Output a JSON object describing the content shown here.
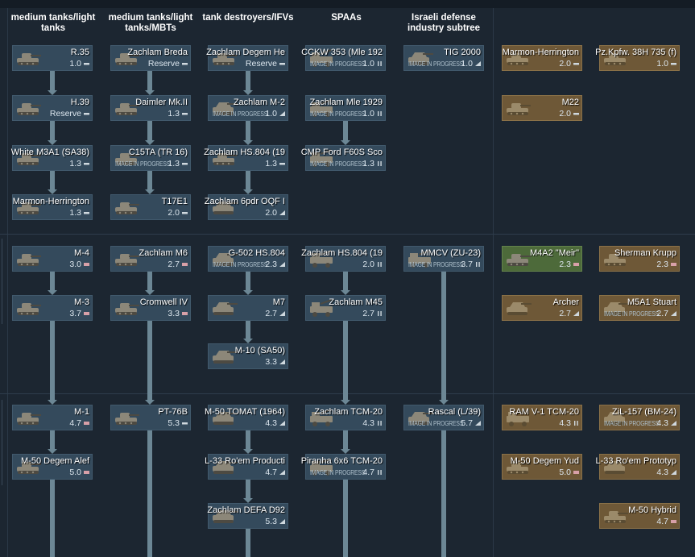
{
  "columns": [
    {
      "id": "medium-light",
      "label": "medium tanks/light tanks"
    },
    {
      "id": "medium-mbt",
      "label": "medium tanks/light tanks/MBTs"
    },
    {
      "id": "td-ifv",
      "label": "tank destroyers/IFVs"
    },
    {
      "id": "spaa",
      "label": "SPAAs"
    },
    {
      "id": "israeli",
      "label": "Israeli defense industry subtree"
    }
  ],
  "headers": {
    "col1": "medium tanks/light tanks",
    "col2": "medium tanks/light tanks/MBTs",
    "col3": "tank destroyers/IFVs",
    "col4": "SPAAs",
    "col5": "Israeli defense industry subtree"
  },
  "image_in_progress": "IMAGE IN PROGRESS",
  "colors": {
    "background": "#1c2631",
    "card": "#344a5c",
    "premium": "#6e5837",
    "connector": "#6c8795"
  },
  "vehicles": {
    "c1r1a": {
      "name": "R.35",
      "br": "1.0",
      "role": "light-tank-icon"
    },
    "c1r1b": {
      "name": "H.39",
      "br": "Reserve",
      "role": "light-tank-icon"
    },
    "c1r1c": {
      "name": "White M3A1 (SA38)",
      "br": "1.3",
      "role": "light-tank-icon"
    },
    "c1r1d": {
      "name": "Marmon-Herrington",
      "br": "1.3",
      "role": "light-tank-icon"
    },
    "c2r1a": {
      "name": "Zachlam Breda",
      "br": "Reserve",
      "role": "light-tank-icon"
    },
    "c2r1b": {
      "name": "Daimler Mk.II",
      "br": "1.3",
      "role": "light-tank-icon"
    },
    "c2r1c": {
      "name": "C15TA (TR 16)",
      "br": "1.3",
      "role": "light-tank-icon"
    },
    "c2r1d": {
      "name": "T17E1",
      "br": "2.0",
      "role": "light-tank-icon"
    },
    "c3r1a": {
      "name": "Zachlam Degem He",
      "br": "Reserve",
      "role": "light-tank-icon"
    },
    "c3r1b": {
      "name": "Zachlam M-2",
      "br": "1.0",
      "role": "td-icon"
    },
    "c3r1c": {
      "name": "Zachlam HS.804 (19",
      "br": "1.3",
      "role": "light-tank-icon"
    },
    "c3r1d": {
      "name": "Zachlam 6pdr OQF I",
      "br": "2.0",
      "role": "td-icon"
    },
    "c4r1a": {
      "name": "CCKW 353 (Mle 192",
      "br": "1.0",
      "role": "spaa-icon"
    },
    "c4r1b": {
      "name": "Zachlam Mle 1929",
      "br": "1.0",
      "role": "spaa-icon"
    },
    "c4r1c": {
      "name": "CMP Ford F60S Sco",
      "br": "1.3",
      "role": "spaa-icon"
    },
    "c5r1a": {
      "name": "TIG 2000",
      "br": "1.0",
      "role": "td-icon"
    },
    "p1r1a": {
      "name": "Marmon-Herrington",
      "br": "2.0",
      "role": "light-tank-icon"
    },
    "p1r1b": {
      "name": "M22",
      "br": "2.0",
      "role": "light-tank-icon"
    },
    "p2r1a": {
      "name": "Pz.Kpfw. 38H 735 (f)",
      "br": "1.0",
      "role": "light-tank-icon"
    },
    "c1r2a": {
      "name": "M-4",
      "br": "3.0",
      "role": "medium-tank-icon"
    },
    "c1r2b": {
      "name": "M-3",
      "br": "3.7",
      "role": "medium-tank-icon"
    },
    "c2r2a": {
      "name": "Zachlam M6",
      "br": "2.7",
      "role": "medium-tank-icon"
    },
    "c2r2b": {
      "name": "Cromwell IV",
      "br": "3.3",
      "role": "medium-tank-icon"
    },
    "c3r2a": {
      "name": "G-502 HS.804",
      "br": "2.3",
      "role": "td-icon"
    },
    "c3r2b": {
      "name": "M7",
      "br": "2.7",
      "role": "td-icon"
    },
    "c3r2c": {
      "name": "M-10 (SA50)",
      "br": "3.3",
      "role": "td-icon"
    },
    "c4r2a": {
      "name": "Zachlam HS.804 (19",
      "br": "2.0",
      "role": "spaa-icon"
    },
    "c4r2b": {
      "name": "Zachlam M45",
      "br": "2.7",
      "role": "spaa-icon"
    },
    "c5r2a": {
      "name": "MMCV (ZU-23)",
      "br": "3.7",
      "role": "spaa-icon"
    },
    "p1r2a": {
      "name": "M4A2 \"Meir\"",
      "br": "2.3",
      "role": "medium-tank-icon"
    },
    "p1r2b": {
      "name": "Archer",
      "br": "2.7",
      "role": "td-icon"
    },
    "p2r2a": {
      "name": "Sherman Krupp",
      "br": "2.3",
      "role": "medium-tank-icon"
    },
    "p2r2b": {
      "name": "M5A1 Stuart",
      "br": "2.7",
      "role": "td-icon"
    },
    "c1r3a": {
      "name": "M-1",
      "br": "4.7",
      "role": "medium-tank-icon"
    },
    "c1r3b": {
      "name": "M-50 Degem Alef",
      "br": "5.0",
      "role": "medium-tank-icon"
    },
    "c2r3a": {
      "name": "PT-76B",
      "br": "5.3",
      "role": "light-tank-icon"
    },
    "c3r3a": {
      "name": "M-50 TOMAT (1964)",
      "br": "4.3",
      "role": "td-icon"
    },
    "c3r3b": {
      "name": "L-33 Ro'em Producti",
      "br": "4.7",
      "role": "td-icon"
    },
    "c3r3c": {
      "name": "Zachlam DEFA D92",
      "br": "5.3",
      "role": "td-icon"
    },
    "c4r3a": {
      "name": "Zachlam TCM-20",
      "br": "4.3",
      "role": "spaa-icon"
    },
    "c4r3b": {
      "name": "Piranha 6x6 TCM-20",
      "br": "4.7",
      "role": "spaa-icon"
    },
    "c5r3a": {
      "name": "Rascal (L/39)",
      "br": "5.7",
      "role": "td-icon"
    },
    "p1r3a": {
      "name": "RAM V-1 TCM-20",
      "br": "4.3",
      "role": "spaa-icon"
    },
    "p1r3b": {
      "name": "M-50 Degem Yud",
      "br": "5.0",
      "role": "medium-tank-icon"
    },
    "p2r3a": {
      "name": "ZiL-157 (BM-24)",
      "br": "4.3",
      "role": "td-icon"
    },
    "p2r3b": {
      "name": "L-33 Ro'em Prototyp",
      "br": "4.3",
      "role": "td-icon"
    },
    "p2r3c": {
      "name": "M-50 Hybrid",
      "br": "4.7",
      "role": "medium-tank-icon"
    }
  }
}
